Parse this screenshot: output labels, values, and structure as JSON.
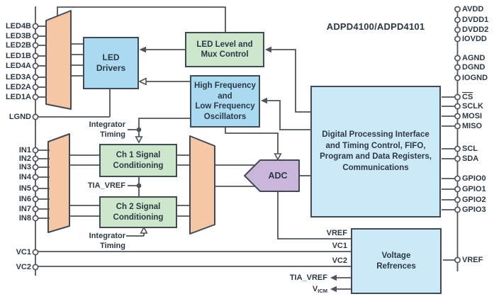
{
  "title": "ADPD4100/ADPD4101",
  "colors": {
    "wire": "#4e545c",
    "border": "#414b56",
    "text": "#2d3847",
    "block_blue": "#a9daf0",
    "block_lightblue": "#cce9f7",
    "block_green": "#cde7cd",
    "mux_peach": "#f6c7a5",
    "adc_purple": "#c9b6da"
  },
  "blocks": {
    "led_drivers": {
      "lines": [
        "LED",
        "Drivers"
      ]
    },
    "led_level": {
      "lines": [
        "LED Level and",
        "Mux Control"
      ]
    },
    "oscillators": {
      "lines": [
        "High Frequency",
        "and",
        "Low Frequency",
        "Oscillators"
      ]
    },
    "ch1": {
      "lines": [
        "Ch 1 Signal",
        "Conditioning"
      ]
    },
    "ch2": {
      "lines": [
        "Ch 2 Signal",
        "Conditioning"
      ]
    },
    "digital": {
      "lines": [
        "Digital Processing Interface",
        "and Timing Control, FIFO,",
        "Program and Data Registers,",
        "Communications"
      ]
    },
    "voltage": {
      "lines": [
        "Voltage",
        "Refrences"
      ]
    },
    "adc": {
      "label": "ADC"
    }
  },
  "labels": {
    "integrator_timing_top": {
      "lines": [
        "Integrator",
        "Timing"
      ]
    },
    "integrator_timing_bottom": {
      "lines": [
        "Integrator",
        "Timing"
      ]
    },
    "tia_vref_mid": "TIA_VREF",
    "vref_wire": "VREF",
    "vc1_wire": "VC1",
    "vc2_wire": "VC2",
    "tia_vref_out": "TIA_VREF",
    "vicm_base": "V",
    "vicm_sub": "ICM"
  },
  "pins": {
    "left": [
      {
        "label": "LED4B"
      },
      {
        "label": "LED3B"
      },
      {
        "label": "LED2B"
      },
      {
        "label": "LED1B"
      },
      {
        "label": "LED4A"
      },
      {
        "label": "LED3A"
      },
      {
        "label": "LED2A"
      },
      {
        "label": "LED1A"
      },
      {
        "label": "LGND"
      },
      {
        "label": "IN1"
      },
      {
        "label": "IN2"
      },
      {
        "label": "IN3"
      },
      {
        "label": "IN4"
      },
      {
        "label": "IN5"
      },
      {
        "label": "IN6"
      },
      {
        "label": "IN7"
      },
      {
        "label": "IN8"
      },
      {
        "label": "VC1"
      },
      {
        "label": "VC2"
      }
    ],
    "right": [
      {
        "label": "AVDD"
      },
      {
        "label": "DVDD1"
      },
      {
        "label": "DVDD2"
      },
      {
        "label": "IOVDD"
      },
      {
        "label": "AGND"
      },
      {
        "label": "DGND"
      },
      {
        "label": "IOGND"
      },
      {
        "label": "CS",
        "overline": true
      },
      {
        "label": "SCLK"
      },
      {
        "label": "MOSI"
      },
      {
        "label": "MISO"
      },
      {
        "label": "SCL"
      },
      {
        "label": "SDA"
      },
      {
        "label": "GPIO0"
      },
      {
        "label": "GPIO1"
      },
      {
        "label": "GPIO2"
      },
      {
        "label": "GPIO3"
      },
      {
        "label": "VREF"
      }
    ]
  }
}
